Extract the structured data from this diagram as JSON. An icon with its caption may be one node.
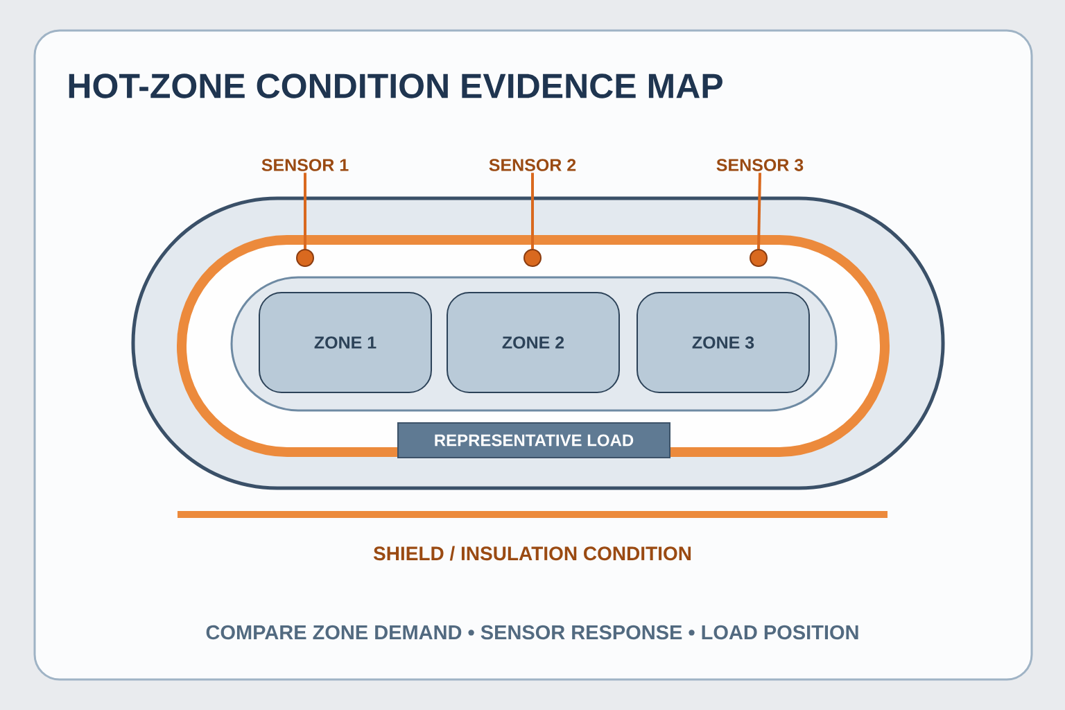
{
  "diagram": {
    "title": "HOT-ZONE CONDITION EVIDENCE MAP",
    "nodes": [
      {
        "text": [
          "SENSOR 1"
        ]
      },
      {
        "text": [
          "SENSOR 2"
        ]
      },
      {
        "text": [
          "SENSOR 3"
        ]
      },
      {
        "text": [],
        "shape": "circle"
      },
      {
        "text": [],
        "shape": "circle"
      },
      {
        "text": [],
        "shape": "circle"
      },
      {
        "text": [
          "ZONE 1"
        ]
      },
      {
        "text": [
          "ZONE 2"
        ]
      },
      {
        "text": [
          "ZONE 3"
        ]
      },
      {
        "text": [
          "REPRESENTATIVE LOAD"
        ]
      }
    ],
    "edges": [
      {
        "from": 0,
        "to": 3,
        "arrow": "none"
      },
      {
        "from": 1,
        "to": 4,
        "arrow": "none"
      },
      {
        "from": 2,
        "to": 5,
        "arrow": "none"
      }
    ],
    "labels": [
      "SHIELD / INSULATION CONDITION",
      "COMPARE ZONE DEMAND • SENSOR RESPONSE • LOAD POSITION"
    ]
  }
}
